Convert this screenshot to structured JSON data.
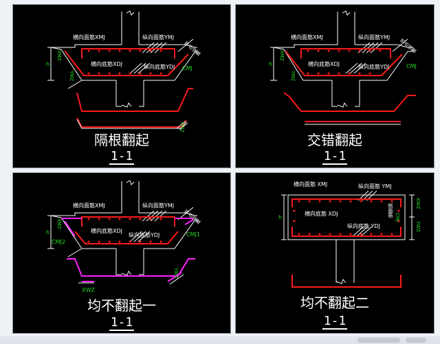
{
  "labels": {
    "xmj": "横向面筋XMJ",
    "ymj": "纵向面筋YMJ",
    "xdj": "横向底筋XDJ",
    "ydj": "纵向底筋YDJ",
    "cmj": "CMJ",
    "cmj1": "CMJ1",
    "cmj2": "CMJ2",
    "xmz": "XMZ",
    "ymz": "YMZ",
    "h": "h",
    "side_label": "节点设置",
    "xmj_sp": "横向面筋 XMJ",
    "ymj_sp": "纵向面筋 YMJ",
    "xdj_sp": "横向底筋 XDJ",
    "ydj_sp": "纵向底筋 YDJ",
    "side_label_4": "侧面筋",
    "cmj4": "CMJ",
    "xwz": "XWZ",
    "ywz": "YWZ",
    "hdj": "HDJ",
    "ydj_small": "YDJ"
  },
  "panels": [
    {
      "caption": "隔根翻起",
      "section": "1-1"
    },
    {
      "caption": "交错翻起",
      "section": "1-1"
    },
    {
      "caption": "均不翻起一",
      "section": "1-1"
    },
    {
      "caption": "均不翻起二",
      "section": "1-1"
    }
  ],
  "colors": {
    "rebar_red": "#ff1a1a",
    "rebar_magenta": "#ff22ff",
    "label_green": "#22dd22",
    "line_white": "#ffffff"
  }
}
